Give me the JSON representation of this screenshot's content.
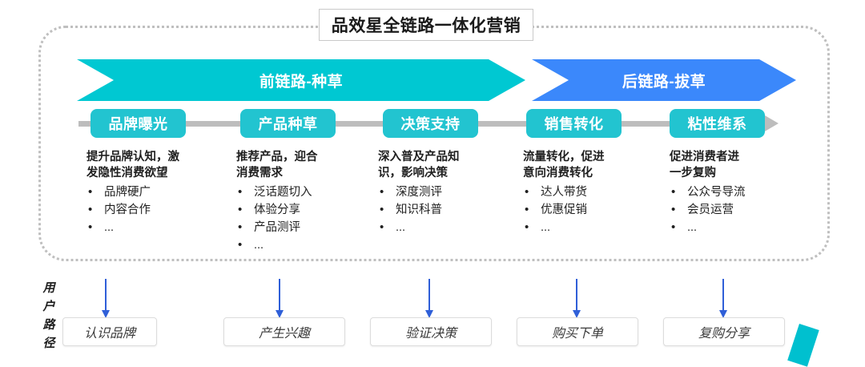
{
  "title": "品效星全链路一体化营销",
  "banners": [
    {
      "label": "前链路-种草",
      "color": "#00c8d2"
    },
    {
      "label": "后链路-拔草",
      "color": "#3b88fb"
    }
  ],
  "stage_chip_color": "#22c4d0",
  "stage_line_color": "#bdbdbd",
  "stages": [
    {
      "chip": "品牌曝光",
      "heading": "提升品牌认知，激\n发隐性消费欲望",
      "heading_line1": "提升品牌认知，激",
      "heading_line2": "发隐性消费欲望",
      "bullets": [
        "品牌硬广",
        "内容合作",
        "..."
      ]
    },
    {
      "chip": "产品种草",
      "heading": "推荐产品，迎合\n消费需求",
      "heading_line1": "推荐产品，迎合",
      "heading_line2": "消费需求",
      "bullets": [
        "泛话题切入",
        "体验分享",
        "产品测评",
        "..."
      ]
    },
    {
      "chip": "决策支持",
      "heading": "深入普及产品知\n识，影响决策",
      "heading_line1": "深入普及产品知",
      "heading_line2": "识，影响决策",
      "bullets": [
        "深度测评",
        "知识科普",
        "..."
      ]
    },
    {
      "chip": "销售转化",
      "heading": "流量转化，促进\n意向消费转化",
      "heading_line1": "流量转化，促进",
      "heading_line2": "意向消费转化",
      "bullets": [
        "达人带货",
        "优惠促销",
        "..."
      ]
    },
    {
      "chip": "粘性维系",
      "heading": "促进消费者进\n一步复购",
      "heading_line1": "促进消费者进",
      "heading_line2": "一步复购",
      "bullets": [
        "公众号导流",
        "会员运营",
        "..."
      ]
    }
  ],
  "user_path": {
    "axis_label": "用户路径",
    "axis_label_chars": [
      "用",
      "户",
      "路",
      "径"
    ],
    "arrow_color": "#2f5fd8",
    "steps": [
      "认识品牌",
      "产生兴趣",
      "验证决策",
      "购买下单",
      "复购分享"
    ]
  }
}
